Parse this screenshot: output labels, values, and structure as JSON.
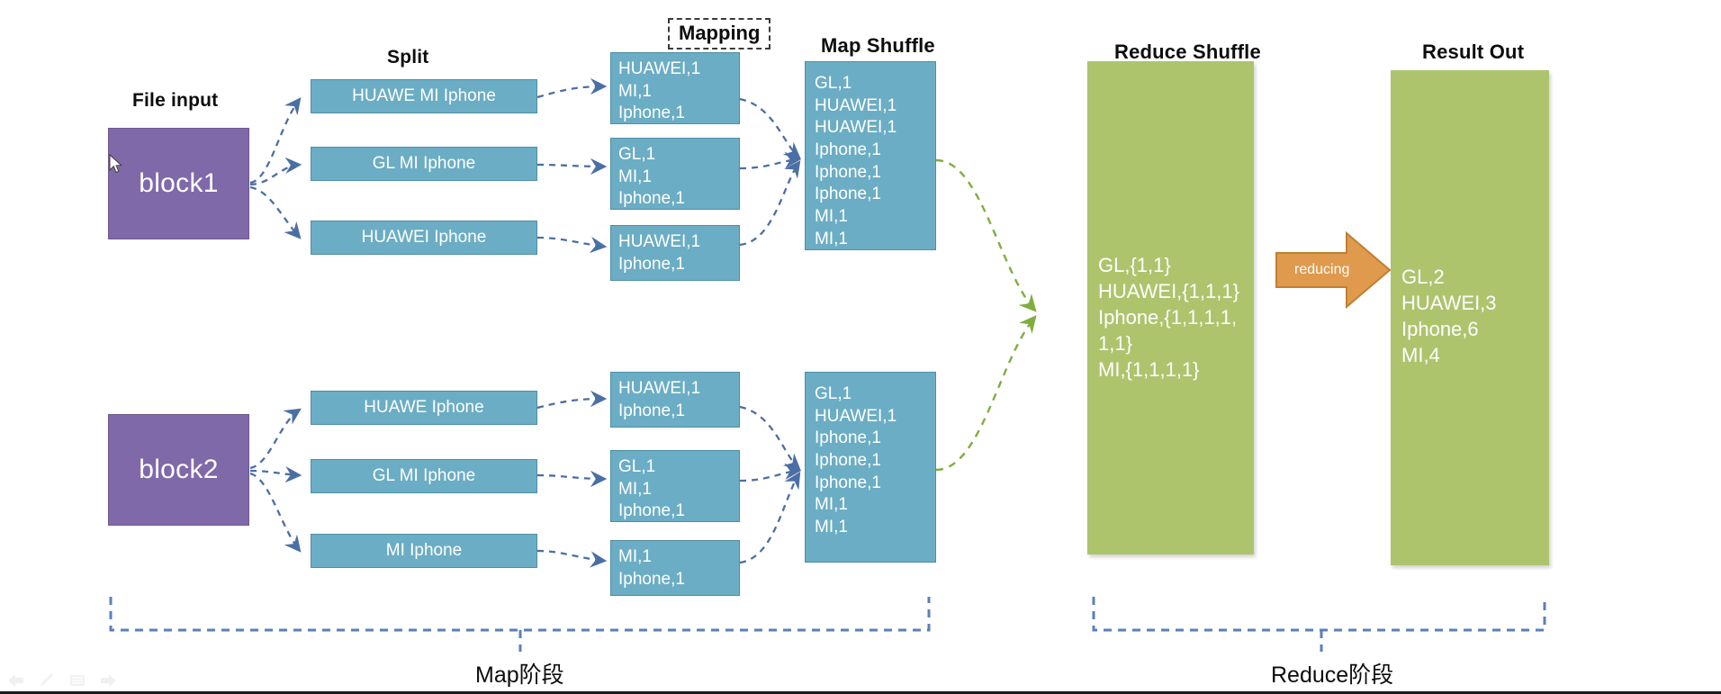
{
  "diagram": {
    "title_headers": {
      "file_input": "File input",
      "split": "Split",
      "mapping": "Mapping",
      "map_shuffle": "Map  Shuffle",
      "reduce_shuffle": "Reduce Shuffle",
      "result_out": "Result Out"
    },
    "phases": {
      "map": "Map阶段",
      "reduce": "Reduce阶段"
    },
    "blocks": [
      {
        "label": "block1"
      },
      {
        "label": "block2"
      }
    ],
    "splits_block1": [
      {
        "text": "HUAWE  MI  Iphone"
      },
      {
        "text": "GL  MI  Iphone"
      },
      {
        "text": "HUAWEI    Iphone"
      }
    ],
    "splits_block2": [
      {
        "text": "HUAWE   Iphone"
      },
      {
        "text": "GL  MI  Iphone"
      },
      {
        "text": "MI  Iphone"
      }
    ],
    "mapping_block1": [
      {
        "lines": [
          "HUAWEI,1",
          "MI,1",
          "Iphone,1"
        ]
      },
      {
        "lines": [
          "GL,1",
          "MI,1",
          "Iphone,1"
        ]
      },
      {
        "lines": [
          "HUAWEI,1",
          "Iphone,1"
        ]
      }
    ],
    "mapping_block2": [
      {
        "lines": [
          "HUAWEI,1",
          "Iphone,1"
        ]
      },
      {
        "lines": [
          "GL,1",
          "MI,1",
          "Iphone,1"
        ]
      },
      {
        "lines": [
          "MI,1",
          "Iphone,1"
        ]
      }
    ],
    "map_shuffle": [
      {
        "lines": [
          "GL,1",
          "HUAWEI,1",
          "HUAWEI,1",
          "Iphone,1",
          "Iphone,1",
          "Iphone,1",
          "MI,1",
          "MI,1"
        ]
      },
      {
        "lines": [
          "GL,1",
          "HUAWEI,1",
          "Iphone,1",
          "Iphone,1",
          "Iphone,1",
          "MI,1",
          "MI,1"
        ]
      }
    ],
    "reduce_shuffle": {
      "lines": [
        "GL,{1,1}",
        "HUAWEI,{1,1,1}",
        "Iphone,{1,1,1,1,",
        "1,1}",
        "MI,{1,1,1,1}"
      ]
    },
    "result_out": {
      "lines": [
        "GL,2",
        "HUAWEI,3",
        "Iphone,6",
        "MI,4"
      ]
    },
    "reducing_arrow": {
      "label": "reducing"
    },
    "colors": {
      "block_purple": "#8069a8",
      "box_blue": "#6badc4",
      "green": "#adc46d",
      "orange": "#e09a4e",
      "wire_blue": "#4a6fa5",
      "wire_green": "#7fae3f"
    },
    "toolbar": [
      {
        "icon": "back-arrow-icon"
      },
      {
        "icon": "pen-icon"
      },
      {
        "icon": "list-icon"
      },
      {
        "icon": "forward-arrow-icon"
      }
    ]
  }
}
